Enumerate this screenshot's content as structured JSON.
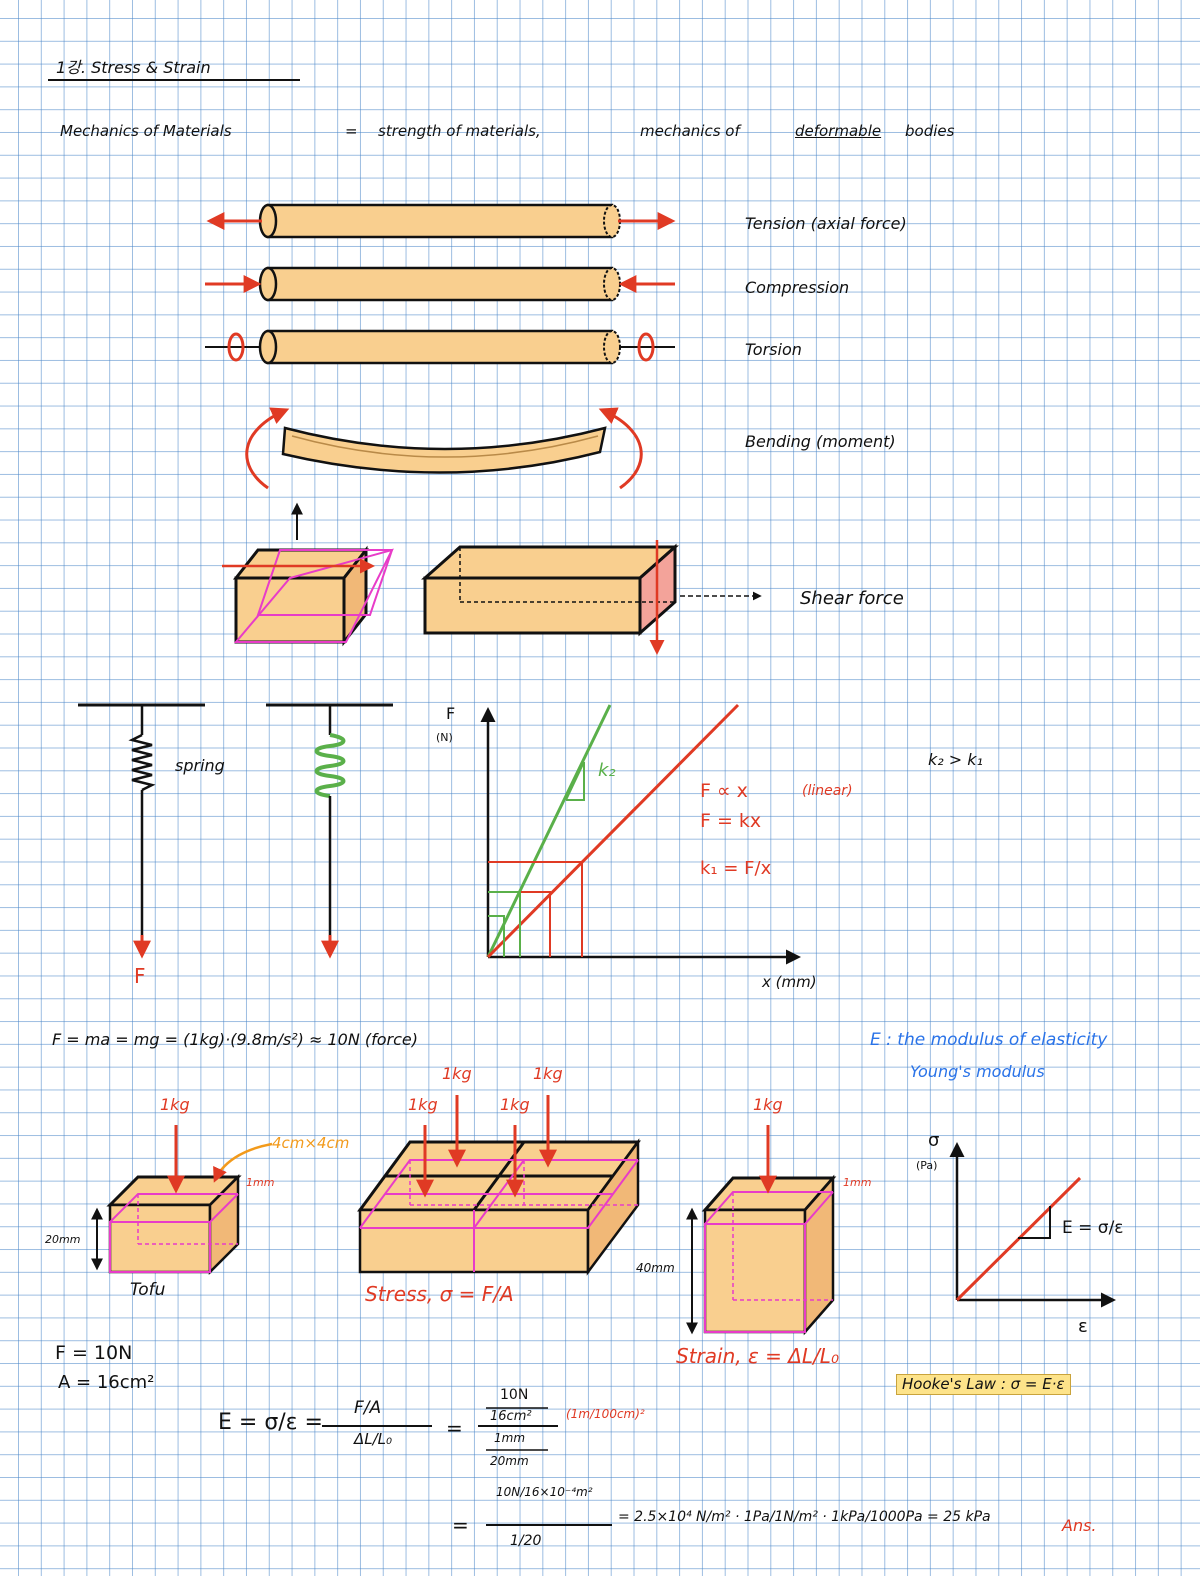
{
  "title": "1강. Stress & Strain",
  "intro": {
    "subject": "Mechanics of Materials",
    "eq": "=",
    "alt1": "strength of materials,",
    "alt2_pre": "mechanics of",
    "alt2_underlined": "deformable",
    "alt2_post": "bodies"
  },
  "loads": [
    {
      "label": "Tension (axial force)"
    },
    {
      "label": "Compression"
    },
    {
      "label": "Torsion"
    },
    {
      "label": "Bending (moment)"
    },
    {
      "label": "Shear force"
    }
  ],
  "spring": {
    "label": "spring",
    "force_label": "F",
    "compare": "k₂ > k₁"
  },
  "graph": {
    "y_label": "F",
    "y_unit": "(N)",
    "x_label": "x (mm)",
    "k2_label": "k₂",
    "eq1": "F ∝ x",
    "eq1_note": "(linear)",
    "eq2": "F = kx",
    "eq3": "k₁ = F/x"
  },
  "force_eq": "F = ma = mg = (1kg)·(9.8m/s²) ≈ 10N (force)",
  "modulus": {
    "line1": "E : the modulus of elasticity",
    "line2": "Young's modulus"
  },
  "tofu": {
    "weight": "1kg",
    "area_note": "4cm×4cm",
    "deform": "1mm",
    "height": "20mm",
    "label": "Tofu"
  },
  "stress_block": {
    "weights": [
      "1kg",
      "1kg",
      "1kg",
      "1kg"
    ],
    "label": "Stress, σ = F/A"
  },
  "strain_block": {
    "weight": "1kg",
    "deform": "1mm",
    "height": "40mm",
    "label": "Strain, ε = ΔL/L₀"
  },
  "stress_strain_graph": {
    "y_label": "σ",
    "y_unit": "(Pa)",
    "x_label": "ε",
    "slope_label": "E = σ/ε"
  },
  "hookes_law": "Hooke's Law : σ = E·ε",
  "given": {
    "force": "F = 10N",
    "area": "A = 16cm²"
  },
  "calc": {
    "e_def": "E = σ/ε =",
    "fa": "F/A",
    "dl": "ΔL/L₀",
    "eq": "=",
    "num_top": "10N",
    "num_bot": "16cm²",
    "unit_conv": "(1m/100cm)²",
    "den_top": "1mm",
    "den_bot": "20mm",
    "line2_num": "10N/16×10⁻⁴m²",
    "line2_den": "1/20",
    "result": "= 2.5×10⁴ N/m² · 1Pa/1N/m² · 1kPa/1000Pa = 25 kPa",
    "ans": "Ans."
  }
}
